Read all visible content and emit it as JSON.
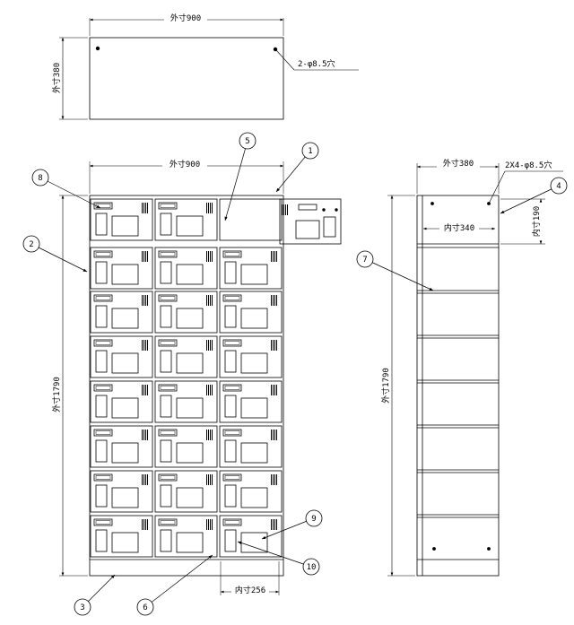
{
  "top_view": {
    "width_label": "外寸900",
    "depth_label": "外寸380",
    "hole_label": "2-φ8.5穴"
  },
  "front_view": {
    "width_label": "外寸900",
    "height_label": "外寸1790",
    "inner_width_label": "内寸256"
  },
  "side_view": {
    "depth_label": "外寸380",
    "holes_label": "2X4-φ8.5穴",
    "inner_depth_label": "内寸340",
    "inner_height_label": "内寸190",
    "height_label": "外寸1790"
  },
  "callouts": [
    "1",
    "2",
    "3",
    "4",
    "5",
    "6",
    "7",
    "8",
    "9",
    "10"
  ],
  "locker_grid": {
    "columns": 3,
    "rows": 8,
    "open_door_cell": "row 1, column 3"
  }
}
